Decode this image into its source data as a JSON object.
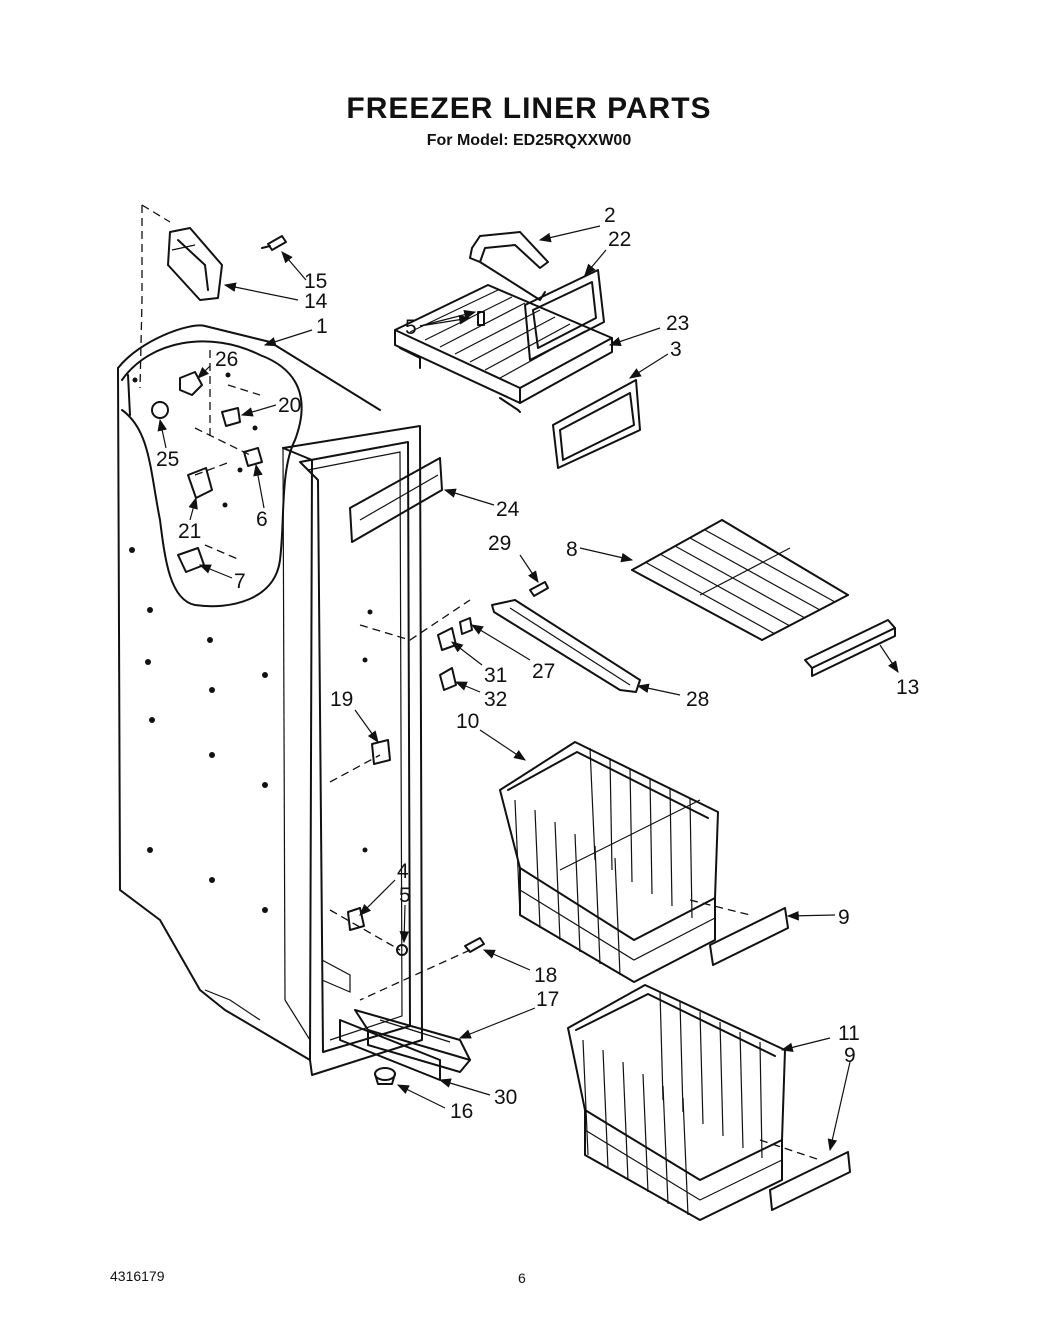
{
  "title": "FREEZER LINER PARTS",
  "subtitle": "For Model: ED25RQXXW00",
  "footer": {
    "doc_number": "4316179",
    "page_number": "6"
  },
  "callouts": {
    "c1": "1",
    "c2": "2",
    "c3": "3",
    "c4": "4",
    "c5a": "5",
    "c5b": "5",
    "c6": "6",
    "c7": "7",
    "c8": "8",
    "c9a": "9",
    "c9b": "9",
    "c10": "10",
    "c11": "11",
    "c13": "13",
    "c14": "14",
    "c15": "15",
    "c16": "16",
    "c17": "17",
    "c18": "18",
    "c19": "19",
    "c20": "20",
    "c21": "21",
    "c22": "22",
    "c23": "23",
    "c24": "24",
    "c25": "25",
    "c26": "26",
    "c27": "27",
    "c28": "28",
    "c29": "29",
    "c30": "30",
    "c31": "31",
    "c32": "32"
  }
}
